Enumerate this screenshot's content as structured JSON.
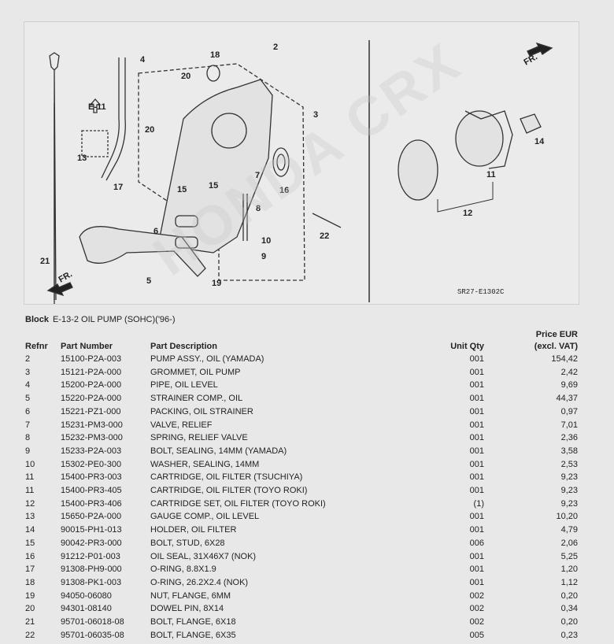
{
  "diagram": {
    "callouts": [
      "2",
      "4",
      "E-11",
      "18",
      "20",
      "20",
      "3",
      "13",
      "17",
      "7",
      "15",
      "15",
      "16",
      "8",
      "6",
      "10",
      "9",
      "22",
      "21",
      "5",
      "19",
      "14",
      "11",
      "12"
    ],
    "fr_label": "FR.",
    "code": "SR27-E1302C",
    "watermark": "HONDA CRX"
  },
  "block": {
    "label": "Block",
    "value": "E-13-2 OIL PUMP (SOHC)('96-)"
  },
  "table": {
    "headers": {
      "refnr": "Refnr",
      "part_number": "Part Number",
      "description": "Part Description",
      "qty": "Unit Qty",
      "price_line1": "Price EUR",
      "price_line2": "(excl. VAT)"
    },
    "rows": [
      {
        "ref": "2",
        "pn": "15100-P2A-003",
        "desc": "PUMP ASSY., OIL (YAMADA)",
        "qty": "001",
        "price": "154,42"
      },
      {
        "ref": "3",
        "pn": "15121-P2A-000",
        "desc": "GROMMET, OIL PUMP",
        "qty": "001",
        "price": "2,42"
      },
      {
        "ref": "4",
        "pn": "15200-P2A-000",
        "desc": "PIPE, OIL LEVEL",
        "qty": "001",
        "price": "9,69"
      },
      {
        "ref": "5",
        "pn": "15220-P2A-000",
        "desc": "STRAINER COMP., OIL",
        "qty": "001",
        "price": "44,37"
      },
      {
        "ref": "6",
        "pn": "15221-PZ1-000",
        "desc": "PACKING, OIL STRAINER",
        "qty": "001",
        "price": "0,97"
      },
      {
        "ref": "7",
        "pn": "15231-PM3-000",
        "desc": "VALVE, RELIEF",
        "qty": "001",
        "price": "7,01"
      },
      {
        "ref": "8",
        "pn": "15232-PM3-000",
        "desc": "SPRING, RELIEF VALVE",
        "qty": "001",
        "price": "2,36"
      },
      {
        "ref": "9",
        "pn": "15233-P2A-003",
        "desc": "BOLT, SEALING, 14MM (YAMADA)",
        "qty": "001",
        "price": "3,58"
      },
      {
        "ref": "10",
        "pn": "15302-PE0-300",
        "desc": "WASHER, SEALING, 14MM",
        "qty": "001",
        "price": "2,53"
      },
      {
        "ref": "11",
        "pn": "15400-PR3-003",
        "desc": "CARTRIDGE, OIL FILTER (TSUCHIYA)",
        "qty": "001",
        "price": "9,23"
      },
      {
        "ref": "11",
        "pn": "15400-PR3-405",
        "desc": "CARTRIDGE, OIL FILTER (TOYO ROKI)",
        "qty": "001",
        "price": "9,23"
      },
      {
        "ref": "12",
        "pn": "15400-PR3-406",
        "desc": "CARTRIDGE SET, OIL FILTER (TOYO ROKI)",
        "qty": "(1)",
        "price": "9,23"
      },
      {
        "ref": "13",
        "pn": "15650-P2A-000",
        "desc": "GAUGE COMP., OIL LEVEL",
        "qty": "001",
        "price": "10,20"
      },
      {
        "ref": "14",
        "pn": "90015-PH1-013",
        "desc": "HOLDER, OIL FILTER",
        "qty": "001",
        "price": "4,79"
      },
      {
        "ref": "15",
        "pn": "90042-PR3-000",
        "desc": "BOLT, STUD, 6X28",
        "qty": "006",
        "price": "2,06"
      },
      {
        "ref": "16",
        "pn": "91212-P01-003",
        "desc": "OIL SEAL, 31X46X7 (NOK)",
        "qty": "001",
        "price": "5,25"
      },
      {
        "ref": "17",
        "pn": "91308-PH9-000",
        "desc": "O-RING, 8.8X1.9",
        "qty": "001",
        "price": "1,20"
      },
      {
        "ref": "18",
        "pn": "91308-PK1-003",
        "desc": "O-RING, 26.2X2.4 (NOK)",
        "qty": "001",
        "price": "1,12"
      },
      {
        "ref": "19",
        "pn": "94050-06080",
        "desc": "NUT, FLANGE, 6MM",
        "qty": "002",
        "price": "0,20"
      },
      {
        "ref": "20",
        "pn": "94301-08140",
        "desc": "DOWEL PIN, 8X14",
        "qty": "002",
        "price": "0,34"
      },
      {
        "ref": "21",
        "pn": "95701-06018-08",
        "desc": "BOLT, FLANGE, 6X18",
        "qty": "002",
        "price": "0,20"
      },
      {
        "ref": "22",
        "pn": "95701-06035-08",
        "desc": "BOLT, FLANGE, 6X35",
        "qty": "005",
        "price": "0,23"
      }
    ]
  }
}
